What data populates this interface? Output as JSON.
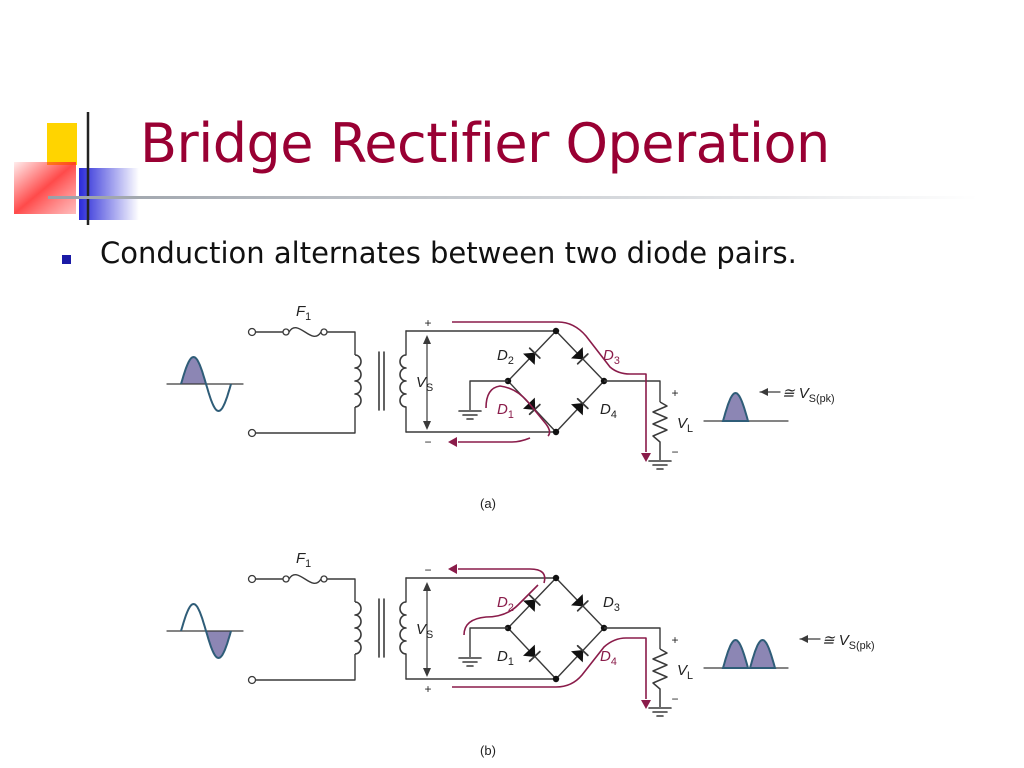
{
  "slide": {
    "title": "Bridge Rectifier Operation",
    "bullets": [
      {
        "text": "Conduction alternates between two diode pairs."
      }
    ]
  },
  "diagrams": [
    {
      "caption": "(a)",
      "fuse": {
        "label": "F",
        "sub": "1"
      },
      "source": {
        "label": "V",
        "sub": "S",
        "polarity_top": "+",
        "polarity_bottom": "−"
      },
      "diodes": [
        {
          "label": "D",
          "sub": "2"
        },
        {
          "label": "D",
          "sub": "3"
        },
        {
          "label": "D",
          "sub": "1"
        },
        {
          "label": "D",
          "sub": "4"
        }
      ],
      "load": {
        "label": "V",
        "sub": "L",
        "polarity_top": "+",
        "polarity_bottom": "−"
      },
      "output": {
        "prefix": "≅ ",
        "label": "V",
        "sub": "S(pk)"
      },
      "conducting": [
        "D1",
        "D3"
      ]
    },
    {
      "caption": "(b)",
      "fuse": {
        "label": "F",
        "sub": "1"
      },
      "source": {
        "label": "V",
        "sub": "S",
        "polarity_top": "−",
        "polarity_bottom": "+"
      },
      "diodes": [
        {
          "label": "D",
          "sub": "2"
        },
        {
          "label": "D",
          "sub": "3"
        },
        {
          "label": "D",
          "sub": "1"
        },
        {
          "label": "D",
          "sub": "4"
        }
      ],
      "load": {
        "label": "V",
        "sub": "L",
        "polarity_top": "+",
        "polarity_bottom": "−"
      },
      "output": {
        "prefix": "≅ ",
        "label": "V",
        "sub": "S(pk)"
      },
      "conducting": [
        "D2",
        "D4"
      ]
    }
  ],
  "colors": {
    "title": "#990033",
    "wire": "#3a3a3a",
    "current_path": "#8a1c4a",
    "waveform_line": "#2f5d78",
    "waveform_fill": "#8c86b4",
    "bullet": "#1a1aa6"
  }
}
